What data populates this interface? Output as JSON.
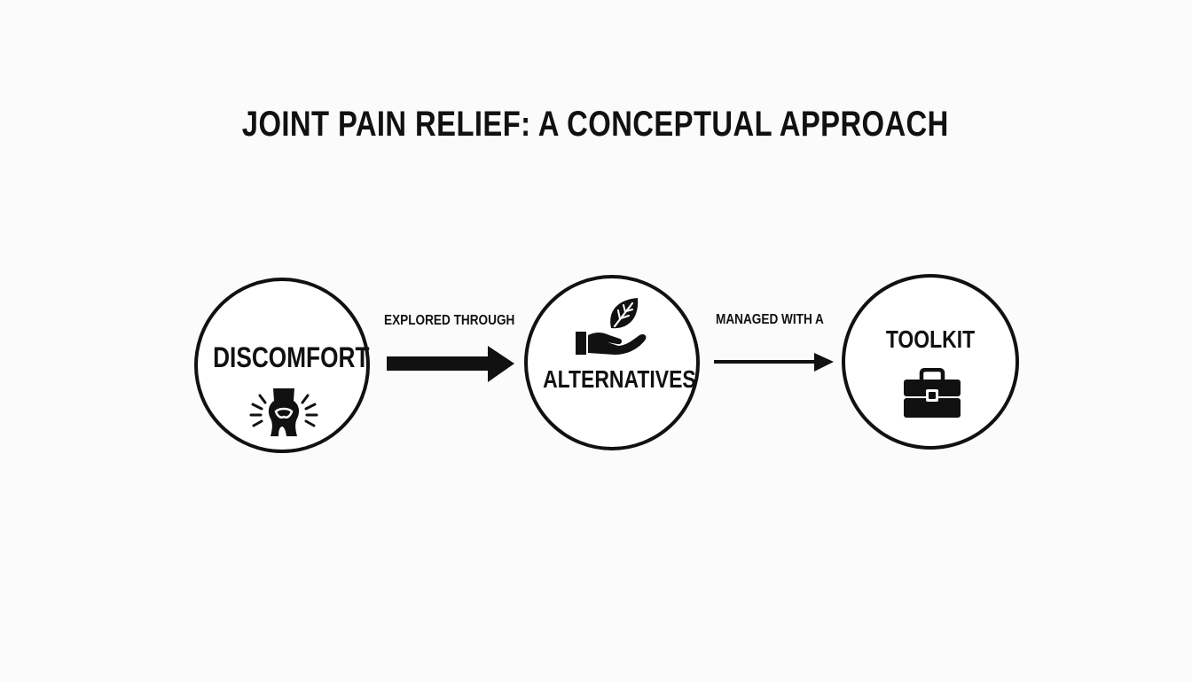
{
  "diagram": {
    "title": "JOINT PAIN RELIEF: A CONCEPTUAL APPROACH",
    "nodes": [
      {
        "label": "DISCOMFORT",
        "icon": "knee-joint-pain-icon"
      },
      {
        "label": "ALTERNATIVES",
        "icon": "hand-holding-leaf-icon"
      },
      {
        "label": "TOOLKIT",
        "icon": "briefcase-toolkit-icon"
      }
    ],
    "edges": [
      {
        "label": "EXPLORED THROUGH",
        "style": "thick-arrow"
      },
      {
        "label": "MANAGED WITH A",
        "style": "thin-arrow"
      }
    ],
    "colors": {
      "background": "#fbfbfb",
      "ink": "#111111"
    }
  }
}
